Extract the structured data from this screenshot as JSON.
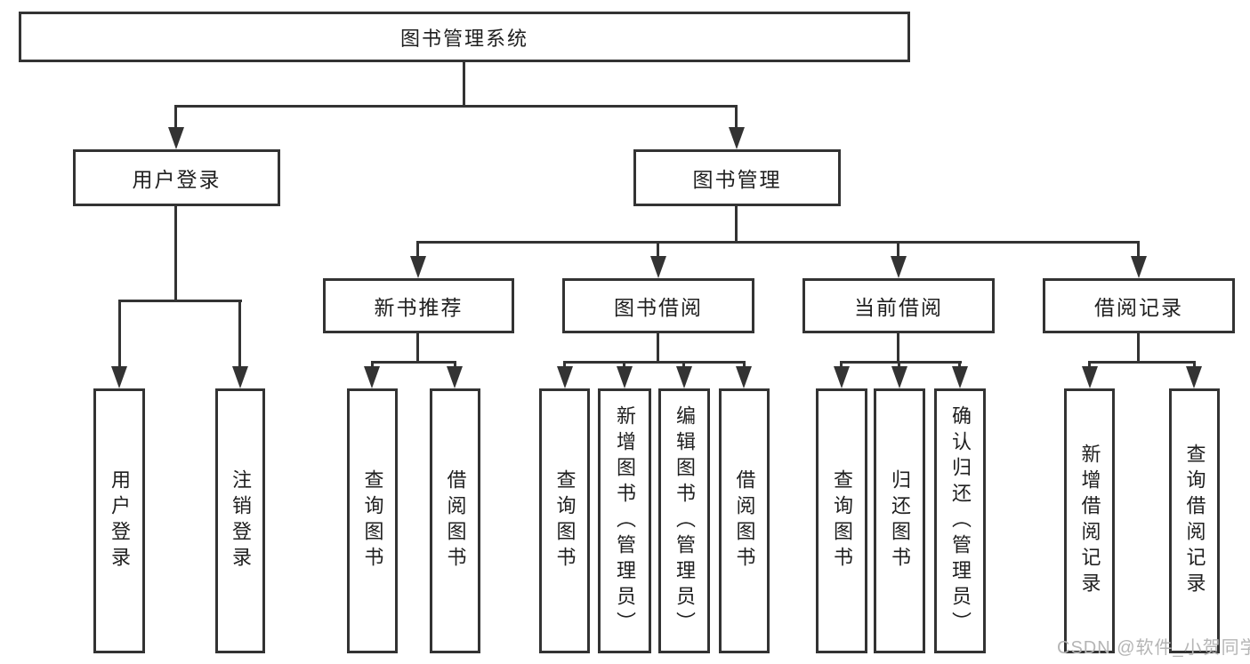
{
  "nodes": {
    "root": "图书管理系统",
    "user_login": "用户登录",
    "book_management": "图书管理",
    "new_book_recommend": "新书推荐",
    "book_borrow": "图书借阅",
    "current_borrow": "当前借阅",
    "borrow_records": "借阅记录",
    "user_login_children": [
      "用户登录",
      "注销登录"
    ],
    "new_book_recommend_children": [
      "查询图书",
      "借阅图书"
    ],
    "book_borrow_children": [
      "查询图书",
      "新增图书（管理员）",
      "编辑图书（管理员）",
      "借阅图书"
    ],
    "current_borrow_children": [
      "查询图书",
      "归还图书",
      "确认归还（管理员）"
    ],
    "borrow_records_children": [
      "新增借阅记录",
      "查询借阅记录"
    ]
  },
  "watermark": "CSDN @软件_小贺同学",
  "colors": {
    "line": "#333333",
    "text": "#1f1f1f",
    "watermark": "#b5b5b5",
    "background": "#ffffff"
  }
}
